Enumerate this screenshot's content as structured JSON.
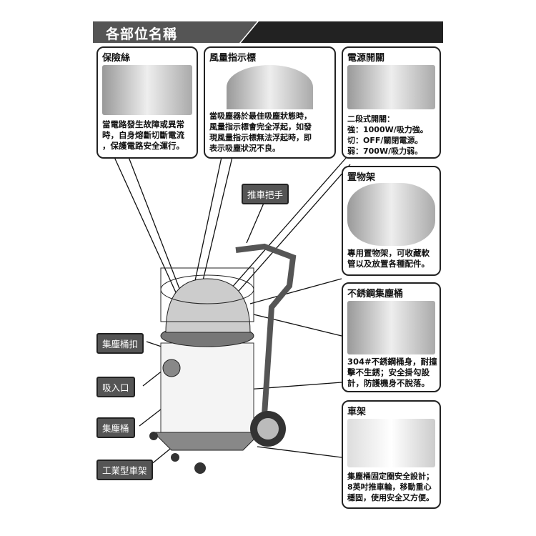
{
  "title": "各部位名稱",
  "panels": [
    {
      "title": "保險絲",
      "desc": "當電路發生故障或異常\n時，自身熔斷切斷電流\n，保護電路安全運行。"
    },
    {
      "title": "風量指示標",
      "desc": "當吸塵器於最佳吸塵狀態時，\n風量指示標會完全浮起，如發\n現風量指示標無法浮起時，即\n表示吸塵狀況不良。"
    },
    {
      "title": "電源開關",
      "desc": "二段式開關：\n強：1000W/吸力強。\n切：OFF/關閉電源。\n弱：700W/吸力弱。"
    },
    {
      "title": "置物架",
      "desc": "專用置物架，可收藏軟\n管以及放置各種配件。"
    },
    {
      "title": "不銹鋼集塵桶",
      "desc": "304#不銹鋼桶身，耐撞\n擊不生銹；安全掛勾設\n計，防護機身不脫落。"
    },
    {
      "title": "車架",
      "desc": "集塵桶固定圈安全設計；\n8英吋推車輪，移動重心\n穩固，使用安全又方便。"
    }
  ],
  "labels": {
    "handle": "推車把手",
    "latch": "集塵桶扣",
    "inlet": "吸入口",
    "tank": "集塵桶",
    "frame": "工業型車架"
  }
}
